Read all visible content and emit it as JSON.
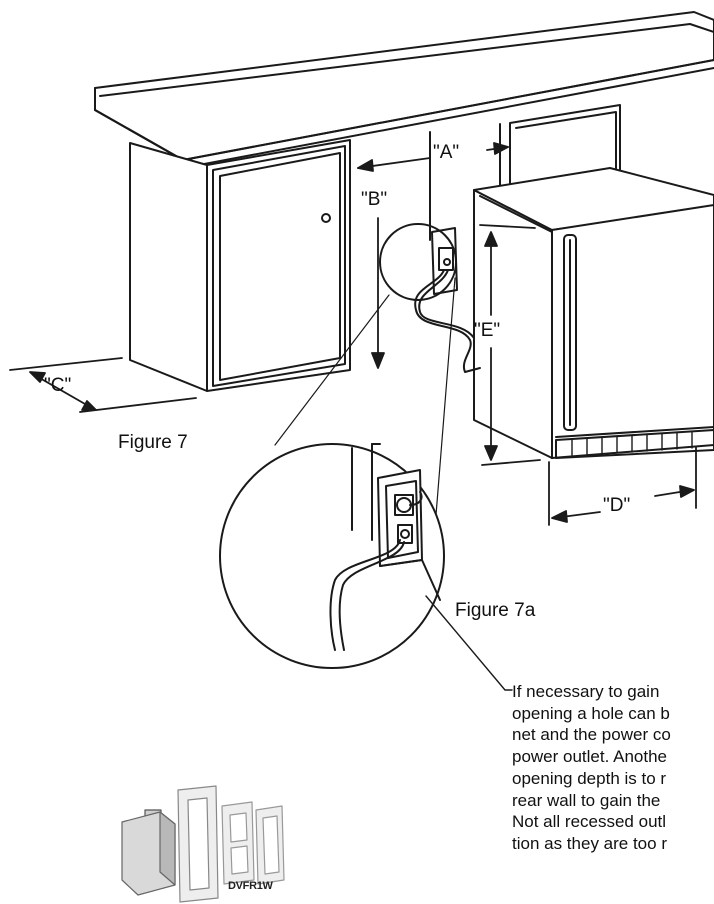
{
  "labels": {
    "a": "\"A\"",
    "b": "\"B\"",
    "c": "\"C\"",
    "d": "\"D\"",
    "e": "\"E\""
  },
  "figures": {
    "fig7": "Figure 7",
    "fig7a": "Figure 7a"
  },
  "note_lines": [
    "If necessary to gain",
    "opening a hole can b",
    "net and the power co",
    "power outlet. Anothe",
    "opening depth is to r",
    "rear wall to gain the",
    "Not all recessed outl",
    "tion as they are too r"
  ],
  "product": {
    "model": "DVFR1W"
  }
}
